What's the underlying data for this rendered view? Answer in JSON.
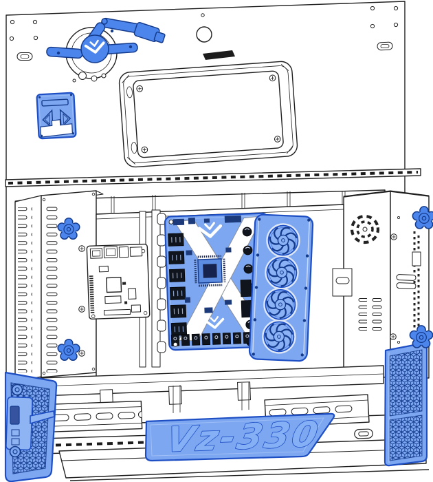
{
  "logo": {
    "text": "Vz-330"
  },
  "colors": {
    "line": "#1f1f1f",
    "blue": "#7da7f0",
    "bluelight": "#8fb4f4",
    "bluelighter": "#9bbcf6",
    "bluemid": "#4c86ec",
    "blueline": "#1d4ec4",
    "bluedeep": "#143a8c",
    "bluetext": "#86b0f5",
    "fanblue": "#8ab2f4",
    "dark": "#10141d",
    "white": "#ffffff"
  },
  "parts": [
    {
      "name": "back-panel",
      "count": 1
    },
    {
      "name": "umbilical-passthrough-knob",
      "count": 1
    },
    {
      "name": "logo-bracket",
      "count": 1
    },
    {
      "name": "fan-shroud-honeycomb",
      "count": 1
    },
    {
      "name": "left-enclosure",
      "count": 1
    },
    {
      "name": "right-enclosure-psu",
      "count": 1
    },
    {
      "name": "sbc-board",
      "count": 1
    },
    {
      "name": "control-board",
      "count": 1
    },
    {
      "name": "cooling-fan",
      "count": 4
    },
    {
      "name": "star-thumb-knob",
      "count": 4
    },
    {
      "name": "din-rail",
      "count": 2
    },
    {
      "name": "vent-door",
      "count": 2
    },
    {
      "name": "logo-plate",
      "count": 1
    }
  ]
}
